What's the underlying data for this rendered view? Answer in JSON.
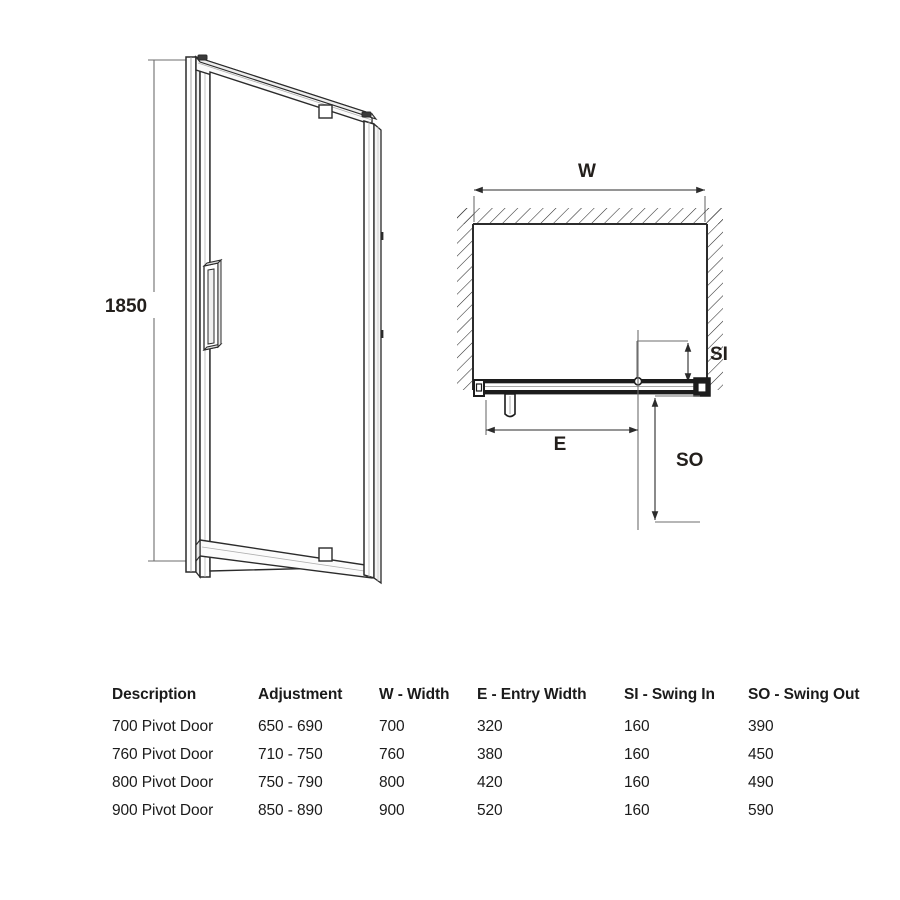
{
  "drawing": {
    "elevation": {
      "height_label": "1850",
      "parts": {
        "glass_panel": "glass-door-panel",
        "handle": "door-handle",
        "wall_profile": "wall-mounting-profile",
        "door_frame": "door-frame"
      }
    },
    "plan": {
      "labels": {
        "width": "W",
        "entry_width": "E",
        "swing_in": "SI",
        "swing_out": "SO"
      },
      "parts": {
        "wall_hatch": "wall-hatching",
        "door_leaf": "door-leaf-plan",
        "pivot": "pivot-point",
        "handle_stub": "handle-plan"
      }
    }
  },
  "table": {
    "headers": [
      "Description",
      "Adjustment",
      "W - Width",
      "E - Entry Width",
      "SI - Swing In",
      "SO - Swing Out"
    ],
    "rows": [
      {
        "description": "700 Pivot Door",
        "adjustment": "650 - 690",
        "width": "700",
        "entry_width": "320",
        "swing_in": "160",
        "swing_out": "390"
      },
      {
        "description": "760 Pivot Door",
        "adjustment": "710 - 750",
        "width": "760",
        "entry_width": "380",
        "swing_in": "160",
        "swing_out": "450"
      },
      {
        "description": "800 Pivot Door",
        "adjustment": "750 - 790",
        "width": "800",
        "entry_width": "420",
        "swing_in": "160",
        "swing_out": "490"
      },
      {
        "description": "900 Pivot Door",
        "adjustment": "850 - 890",
        "width": "900",
        "entry_width": "520",
        "swing_in": "160",
        "swing_out": "590"
      }
    ]
  },
  "colors": {
    "line": "#2b2b2b",
    "line_light": "#6e6e6e",
    "text": "#1b1b1b",
    "background": "#ffffff"
  }
}
